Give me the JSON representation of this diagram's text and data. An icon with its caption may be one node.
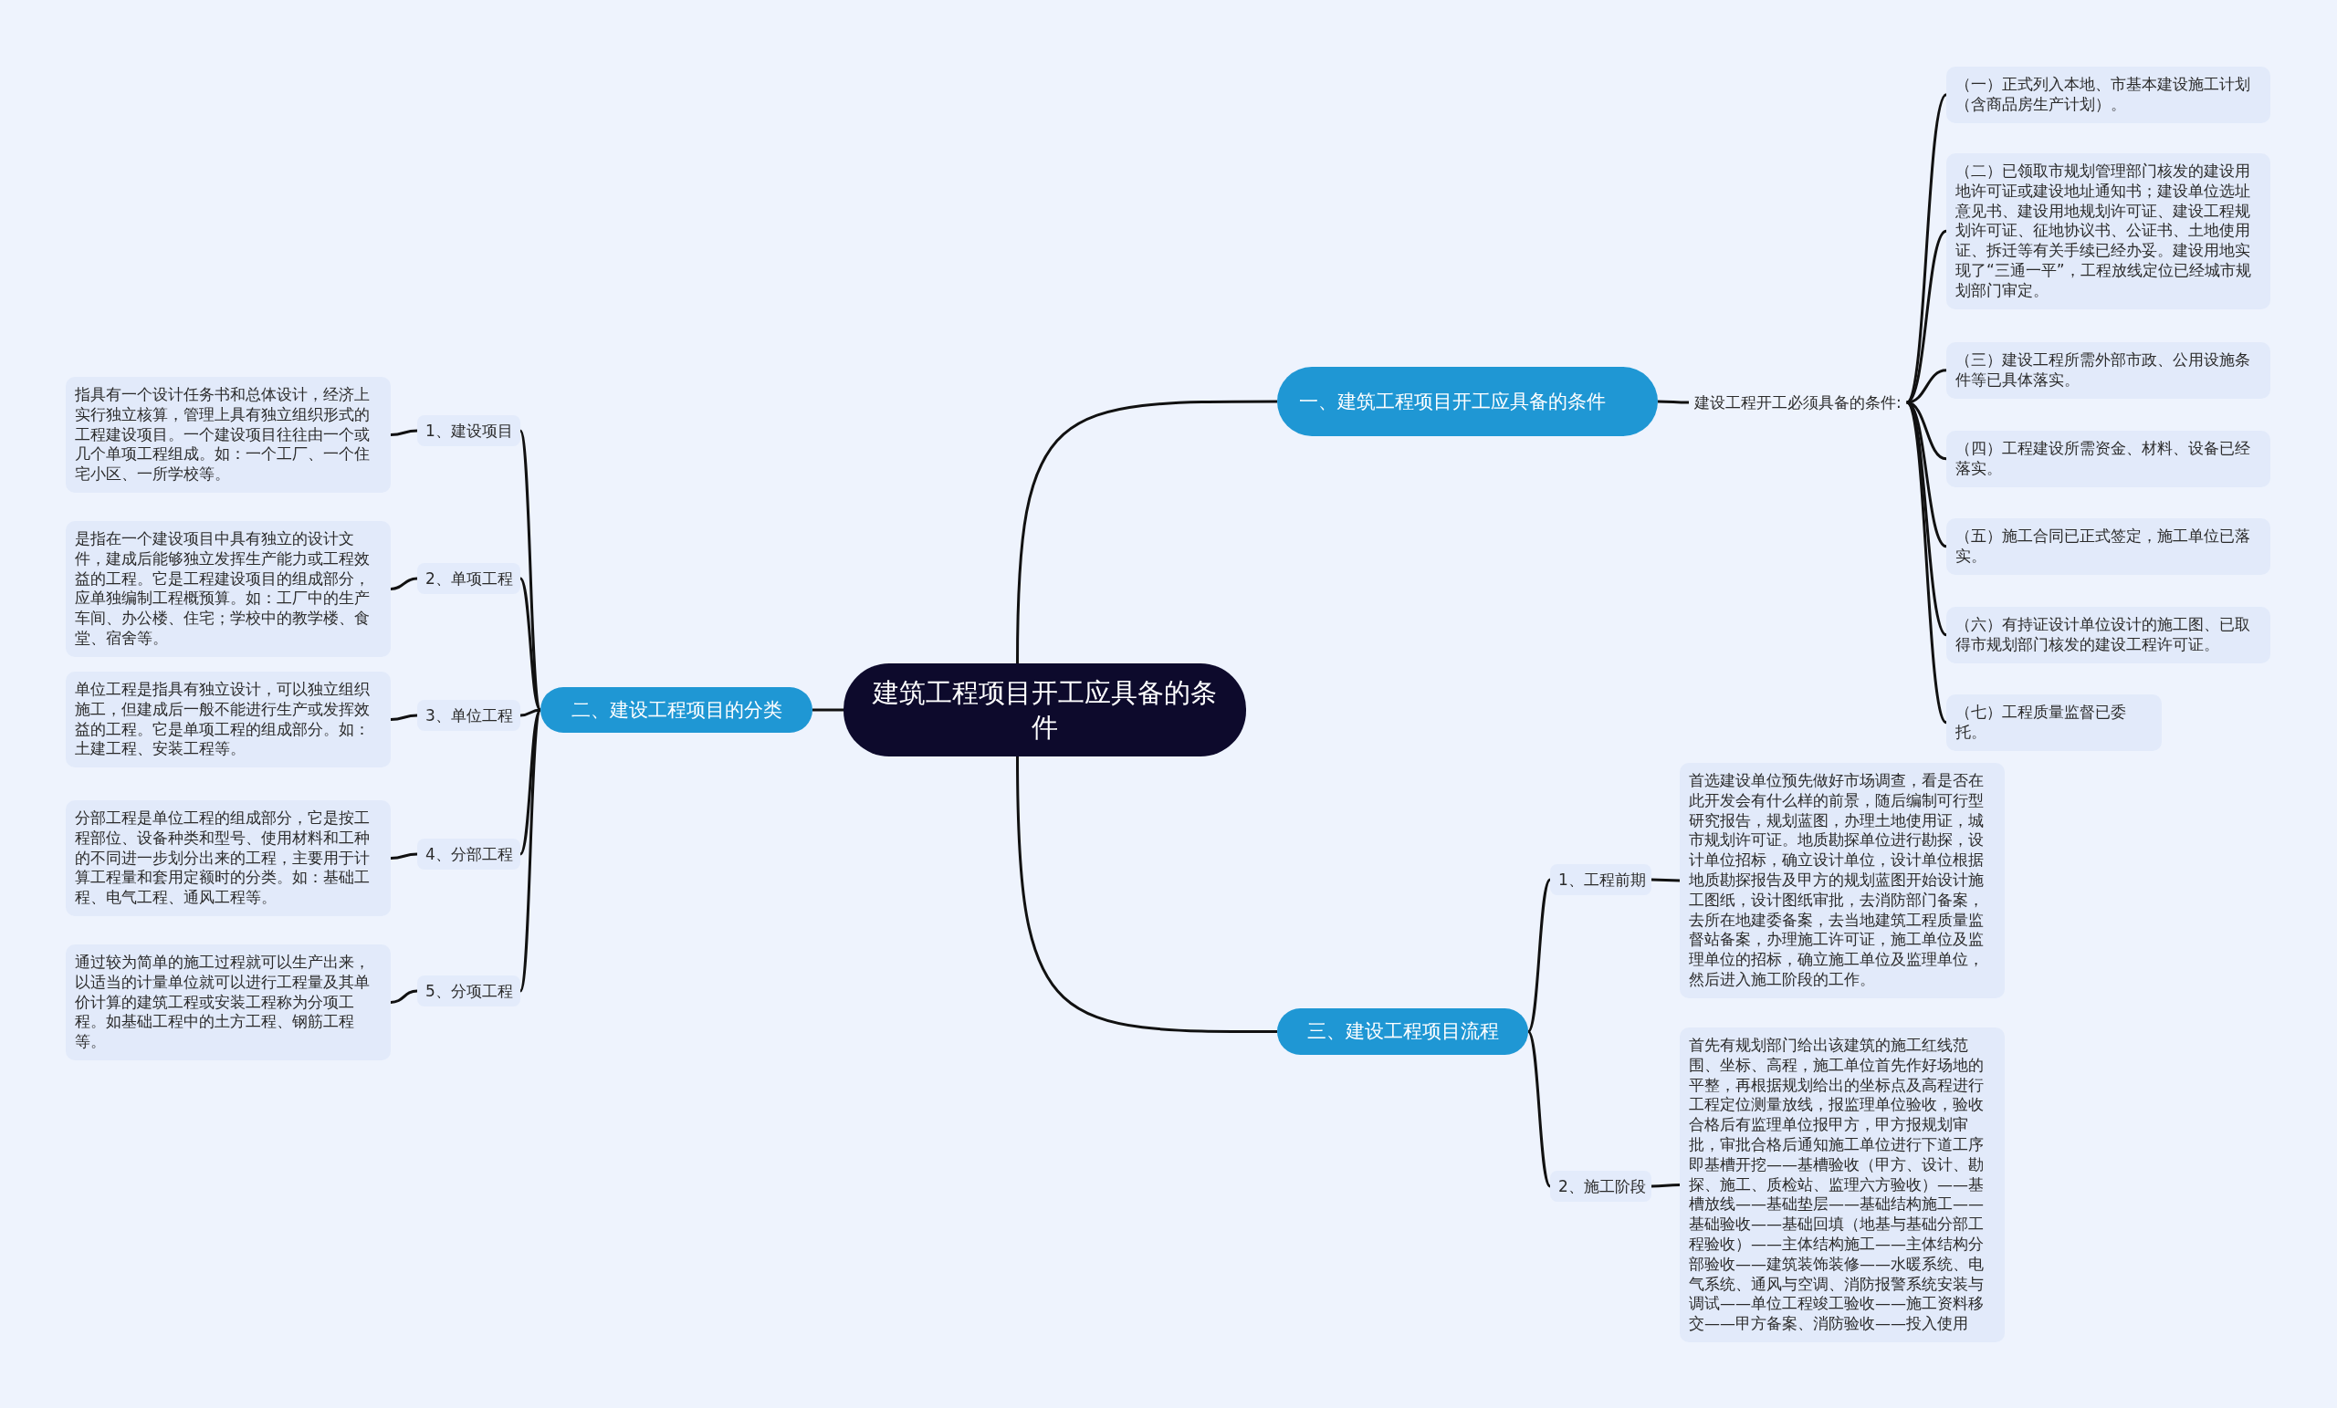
{
  "diagram": {
    "nodes": [
      {
        "text": [
          "建筑工程项目开工应具备的条件"
        ]
      },
      {
        "text": [
          "一、建筑工程项目开工应具备的条件"
        ]
      },
      {
        "text": [
          "建设工程开工必须具备的条件:"
        ]
      },
      {
        "text": [
          "（一）正式列入本地、市基本建设施工计划（含商品房生产计划）。"
        ]
      },
      {
        "text": [
          "（二）已领取市规划管理部门核发的建设用地许可证或建设地址通知书；建设单位选址意见书、建设用地规划许可证、建设工程规划许可证、征地协议书、公证书、土地使用证、拆迁等有关手续已经办妥。建设用地实现了“三通一平”，工程放线定位已经城市规划部门审定。"
        ]
      },
      {
        "text": [
          "（三）建设工程所需外部市政、公用设施条件等已具体落实。"
        ]
      },
      {
        "text": [
          "（四）工程建设所需资金、材料、设备已经落实。"
        ]
      },
      {
        "text": [
          "（五）施工合同已正式签定，施工单位已落实。"
        ]
      },
      {
        "text": [
          "（六）有持证设计单位设计的施工图、已取得市规划部门核发的建设工程许可证。"
        ]
      },
      {
        "text": [
          "（七）工程质量监督已委托。"
        ]
      },
      {
        "text": [
          "二、建设工程项目的分类"
        ]
      },
      {
        "text": [
          "1、建设项目"
        ]
      },
      {
        "text": [
          "指具有一个设计任务书和总体设计，经济上实行独立核算，管理上具有独立组织形式的工程建设项目。一个建设项目往往由一个或几个单项工程组成。如：一个工厂、一个住宅小区、一所学校等。"
        ]
      },
      {
        "text": [
          "2、单项工程"
        ]
      },
      {
        "text": [
          "是指在一个建设项目中具有独立的设计文件，建成后能够独立发挥生产能力或工程效益的工程。它是工程建设项目的组成部分，应单独编制工程概预算。如：工厂中的生产车间、办公楼、住宅；学校中的教学楼、食堂、宿舍等。"
        ]
      },
      {
        "text": [
          "3、单位工程"
        ]
      },
      {
        "text": [
          "单位工程是指具有独立设计，可以独立组织施工，但建成后一般不能进行生产或发挥效益的工程。它是单项工程的组成部分。如：土建工程、安装工程等。"
        ]
      },
      {
        "text": [
          "4、分部工程"
        ]
      },
      {
        "text": [
          "分部工程是单位工程的组成部分，它是按工程部位、设备种类和型号、使用材料和工种的不同进一步划分出来的工程，主要用于计算工程量和套用定额时的分类。如：基础工程、电气工程、通风工程等。"
        ]
      },
      {
        "text": [
          "5、分项工程"
        ]
      },
      {
        "text": [
          "通过较为简单的施工过程就可以生产出来，以适当的计量单位就可以进行工程量及其单价计算的建筑工程或安装工程称为分项工程。如基础工程中的土方工程、钢筋工程等。"
        ]
      },
      {
        "text": [
          "三、建设工程项目流程"
        ]
      },
      {
        "text": [
          "1、工程前期"
        ]
      },
      {
        "text": [
          "首选建设单位预先做好市场调查，看是否在此开发会有什么样的前景，随后编制可行型研究报告，规划蓝图，办理土地使用证，城市规划许可证。地质勘探单位进行勘探，设计单位招标，确立设计单位，设计单位根据地质勘探报告及甲方的规划蓝图开始设计施工图纸，设计图纸审批，去消防部门备案，去所在地建委备案，去当地建筑工程质量监督站备案，办理施工许可证，施工单位及监理单位的招标，确立施工单位及监理单位，然后进入施工阶段的工作。"
        ]
      },
      {
        "text": [
          "2、施工阶段"
        ]
      },
      {
        "text": [
          "首先有规划部门给出该建筑的施工红线范围、坐标、高程，施工单位首先作好场地的平整，再根据规划给出的坐标点及高程进行工程定位测量放线，报监理单位验收，验收合格后有监理单位报甲方，甲方报规划审批，审批合格后通知施工单位进行下道工序即基槽开挖——基槽验收（甲方、设计、勘探、施工、质检站、监理六方验收）——基槽放线——基础垫层——基础结构施工——基础验收——基础回填（地基与基础分部工程验收）——主体结构施工——主体结构分部验收——建筑装饰装修——水暖系统、电气系统、通风与空调、消防报警系统安装与调试——单位工程竣工验收——施工资料移交——甲方备案、消防验收——投入使用"
        ]
      }
    ],
    "edges": [
      {
        "from": 0,
        "to": 1,
        "arrow": "none"
      },
      {
        "from": 0,
        "to": 10,
        "arrow": "none"
      },
      {
        "from": 0,
        "to": 21,
        "arrow": "none"
      },
      {
        "from": 1,
        "to": 2,
        "arrow": "none"
      },
      {
        "from": 2,
        "to": 3,
        "arrow": "none"
      },
      {
        "from": 2,
        "to": 4,
        "arrow": "none"
      },
      {
        "from": 2,
        "to": 5,
        "arrow": "none"
      },
      {
        "from": 2,
        "to": 6,
        "arrow": "none"
      },
      {
        "from": 2,
        "to": 7,
        "arrow": "none"
      },
      {
        "from": 2,
        "to": 8,
        "arrow": "none"
      },
      {
        "from": 2,
        "to": 9,
        "arrow": "none"
      },
      {
        "from": 10,
        "to": 11,
        "arrow": "none"
      },
      {
        "from": 10,
        "to": 13,
        "arrow": "none"
      },
      {
        "from": 10,
        "to": 15,
        "arrow": "none"
      },
      {
        "from": 10,
        "to": 17,
        "arrow": "none"
      },
      {
        "from": 10,
        "to": 19,
        "arrow": "none"
      },
      {
        "from": 11,
        "to": 12,
        "arrow": "none"
      },
      {
        "from": 13,
        "to": 14,
        "arrow": "none"
      },
      {
        "from": 15,
        "to": 16,
        "arrow": "none"
      },
      {
        "from": 17,
        "to": 18,
        "arrow": "none"
      },
      {
        "from": 19,
        "to": 20,
        "arrow": "none"
      },
      {
        "from": 21,
        "to": 22,
        "arrow": "none"
      },
      {
        "from": 21,
        "to": 24,
        "arrow": "none"
      },
      {
        "from": 22,
        "to": 23,
        "arrow": "none"
      },
      {
        "from": 24,
        "to": 25,
        "arrow": "none"
      }
    ]
  }
}
